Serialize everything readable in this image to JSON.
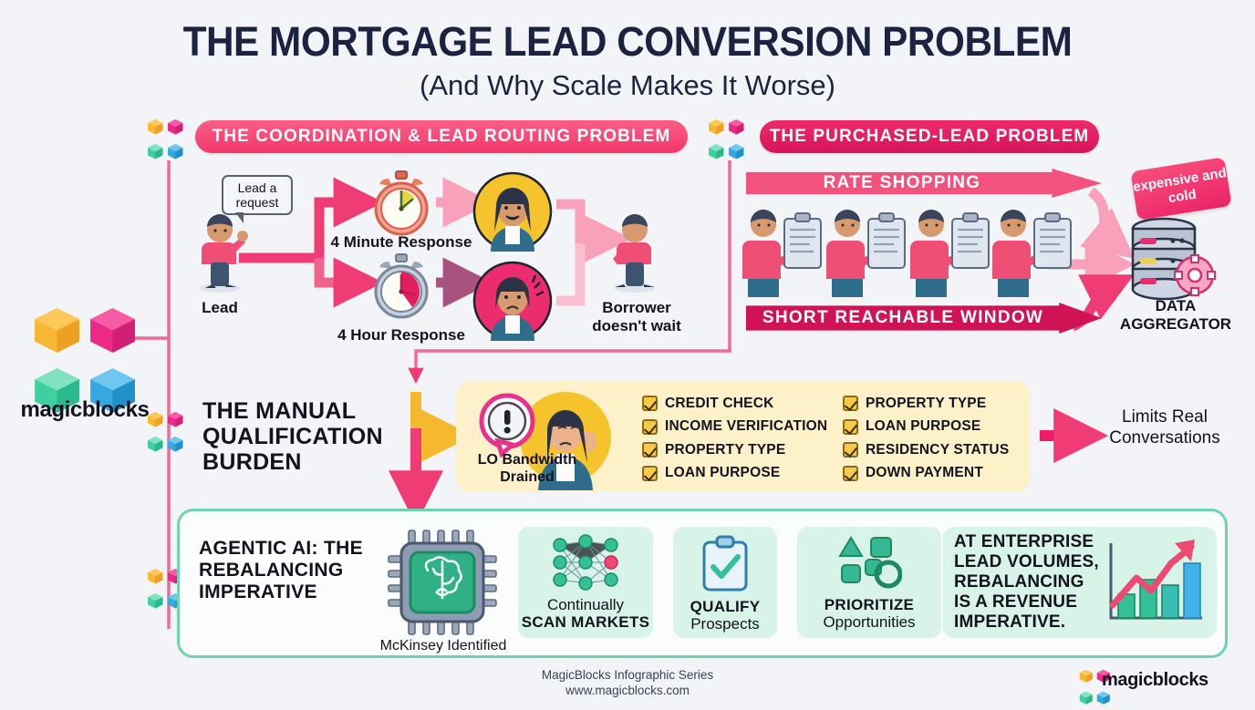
{
  "meta": {
    "background": "#f2f4f8",
    "accent_pink": "#f2376b",
    "accent_magenta": "#cf1355",
    "accent_yellow": "#f7c948",
    "accent_green": "#3cb68b",
    "ink": "#14121f"
  },
  "header": {
    "title": "THE MORTGAGE LEAD CONVERSION PROBLEM",
    "subtitle": "(And Why Scale Makes It Worse)"
  },
  "brand": {
    "name": "magicblocks",
    "logo_icon": "magicblocks-cubes-logo",
    "cube_colors": [
      "#f5a623",
      "#ea2a86",
      "#3fd0a0",
      "#35a8e0"
    ]
  },
  "sections": {
    "coordination": {
      "pill_label": "THE COORDINATION & LEAD ROUTING PROBLEM",
      "lead_bubble": "Lead a request",
      "lead_label": "Lead",
      "branch_top_label": "4 Minute Response",
      "branch_bottom_label": "4 Hour Response",
      "outcome_label": "Borrower doesn't wait",
      "icons": {
        "lead": "person-walking-icon",
        "fast_timer": "stopwatch-fast-icon",
        "slow_timer": "stopwatch-slow-icon",
        "happy_agent": "happy-loan-officer-avatar",
        "frustrated_agent": "frustrated-loan-officer-avatar",
        "leaving": "person-walking-away-icon"
      }
    },
    "purchased": {
      "pill_label": "THE PURCHASED-LEAD PROBLEM",
      "banner_top": "RATE SHOPPING",
      "banner_bottom": "SHORT REACHABLE WINDOW",
      "tag": "expensive and cold",
      "aggregator_label": "DATA AGGREGATOR",
      "shopper_count": 4,
      "icons": {
        "shopper": "person-with-clipboard-icon",
        "aggregator": "database-gear-icon"
      }
    },
    "manual": {
      "heading": "THE MANUAL QUALIFICATION BURDEN",
      "panel_icon_label": "LO Bandwidth Drained",
      "panel_icon": "stressed-loan-officer-icon",
      "alert_icon": "exclamation-bubble-icon",
      "checklist_left": [
        "CREDIT CHECK",
        "INCOME VERIFICATION",
        "PROPERTY TYPE",
        "LOAN PURPOSE"
      ],
      "checklist_right": [
        "PROPERTY TYPE",
        "LOAN PURPOSE",
        "RESIDENCY STATUS",
        "DOWN PAYMENT"
      ],
      "outcome": "Limits Real Conversations"
    },
    "agentic": {
      "heading": "AGENTIC AI: THE REBALANCING IMPERATIVE",
      "chip_caption": "McKinsey Identified",
      "chip_icon": "ai-brain-chip-icon",
      "steps": [
        {
          "top": "Continually",
          "bottom": "SCAN MARKETS",
          "icon": "neural-network-icon"
        },
        {
          "top": "QUALIFY",
          "bottom": "Prospects",
          "icon": "clipboard-check-icon"
        },
        {
          "top": "PRIORITIZE",
          "bottom": "Opportunities",
          "icon": "shapes-sort-icon"
        }
      ],
      "conclusion": "AT ENTERPRISE LEAD VOLUMES, REBALANCING IS A REVENUE IMPERATIVE.",
      "conclusion_icon": "growth-bar-chart-icon"
    }
  },
  "footer": {
    "line1": "MagicBlocks Infographic Series",
    "line2": "www.magicblocks.com",
    "brand": "magicblocks",
    "logo_icon": "magicblocks-cubes-logo"
  }
}
